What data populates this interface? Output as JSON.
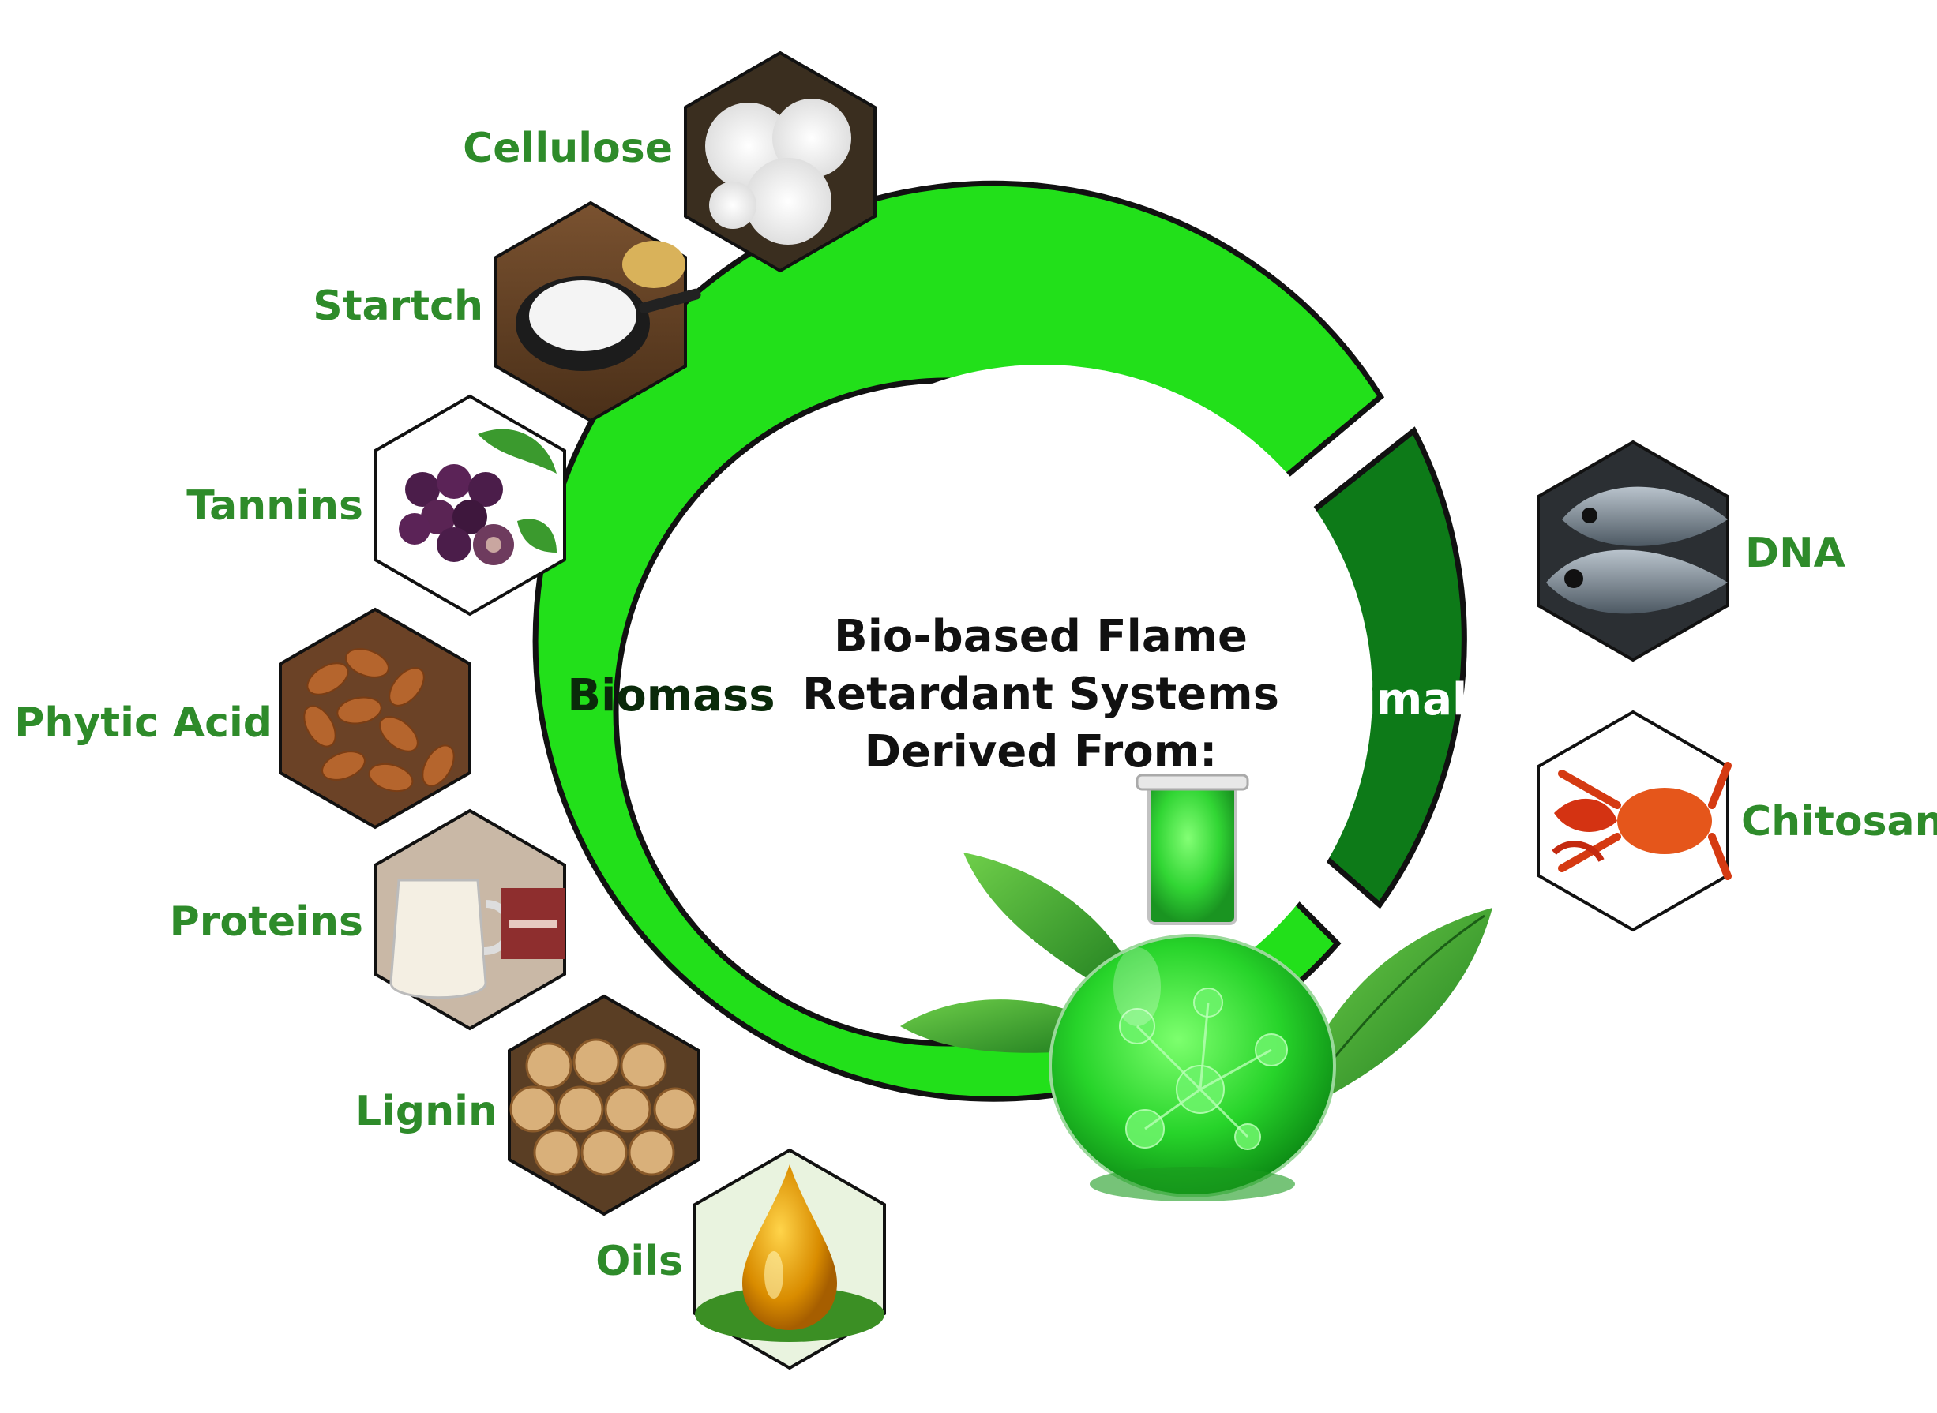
{
  "center_title": {
    "line1": "Bio-based Flame",
    "line2": "Retardant Systems",
    "line3": "Derived From:"
  },
  "segments": {
    "biomass": {
      "label": "Biomass",
      "color": "#22e01a"
    },
    "animals": {
      "label": "Animals",
      "color": "#0d7a18"
    }
  },
  "biomass_sources": [
    "Cellulose",
    "Startch",
    "Tannins",
    "Phytic Acid",
    "Proteins",
    "Lignin",
    "Oils"
  ],
  "animal_sources": [
    "DNA",
    "Chitosan"
  ],
  "colors": {
    "label_green": "#2e8b2a",
    "ring_outline": "#111111",
    "flask_liquid": "#2ee030",
    "leaf": "#3aa62c"
  }
}
